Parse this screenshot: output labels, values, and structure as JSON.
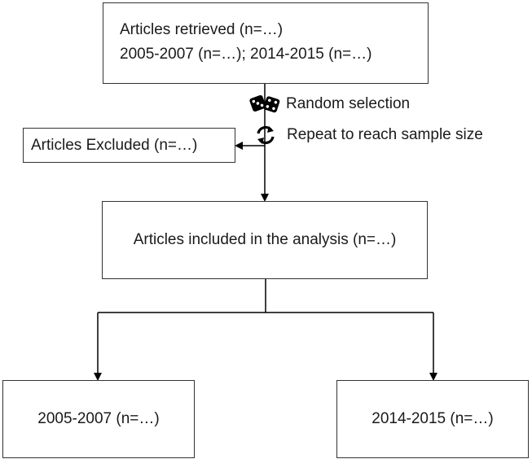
{
  "boxes": {
    "retrieved": {
      "line1": "Articles retrieved (n=…)",
      "line2": "2005-2007 (n=…); 2014-2015 (n=…)"
    },
    "excluded": "Articles Excluded (n=…)",
    "included": "Articles included in the analysis (n=…)",
    "period_a": "2005-2007 (n=…)",
    "period_b": "2014-2015 (n=…)"
  },
  "steps": {
    "random_selection": "Random selection",
    "repeat": "Repeat to reach sample size"
  },
  "icons": {
    "random": "dice-icon",
    "repeat": "repeat-icon"
  },
  "colors": {
    "line": "#000000",
    "border": "#333333",
    "text": "#1a1a1a"
  }
}
